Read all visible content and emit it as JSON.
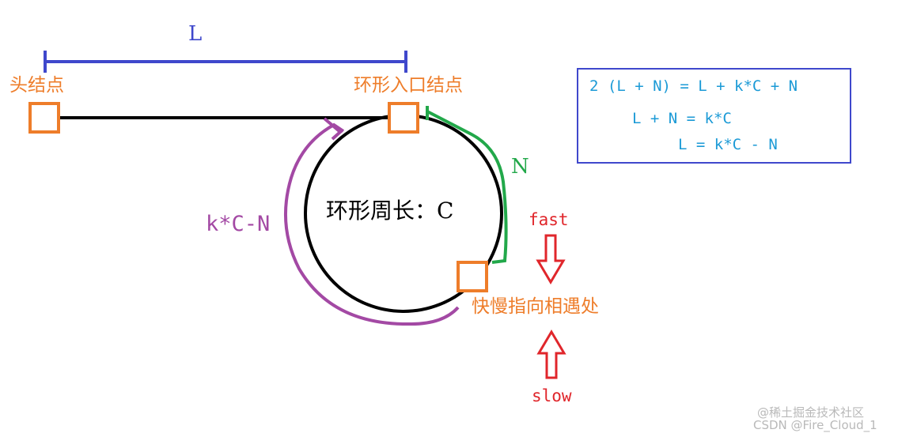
{
  "labels": {
    "L": "L",
    "head_node": "头结点",
    "entry_node": "环形入口结点",
    "N": "N",
    "circumference": "环形周长：C",
    "kCN": "k*C-N",
    "fast": "fast",
    "slow": "slow",
    "meeting_point": "快慢指向相遇处"
  },
  "formulas": [
    "2 (L + N) = L + k*C + N",
    "L + N = k*C",
    "L = k*C - N"
  ],
  "watermark": {
    "line1": "@稀土掘金技术社区",
    "line2": "CSDN @Fire_Cloud_1"
  },
  "colors": {
    "blue": "#3f48cc",
    "orange": "#ee7d2a",
    "green": "#22a84a",
    "purple": "#a349a4",
    "red": "#e0262b",
    "cyan": "#1b9ad6"
  }
}
